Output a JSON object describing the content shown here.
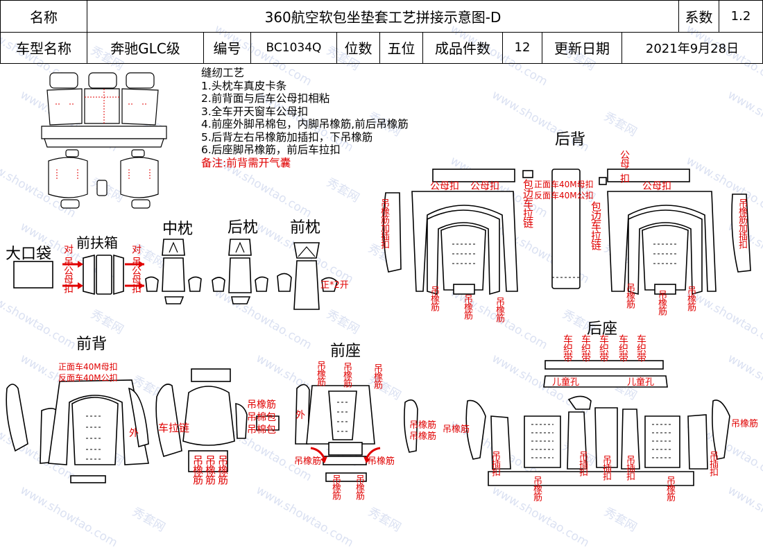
{
  "header": {
    "row1": {
      "name_label": "名称",
      "title": "360航空软包坐垫套工艺拼接示意图-D",
      "coef_label": "系数",
      "coef_value": "1.2"
    },
    "row2": {
      "model_label": "车型名称",
      "model_value": "奔驰GLC级",
      "code_label": "编号",
      "code_value": "BC1034Q",
      "seats_label": "位数",
      "seats_value": "五位",
      "pieces_label": "成品件数",
      "pieces_value": "12",
      "update_label": "更新日期",
      "update_value": "2021年9月28日"
    }
  },
  "watermark": {
    "site": "www.showtao.com",
    "brand": "秀套网"
  },
  "notes": {
    "title": "缝纫工艺",
    "items": [
      "1.头枕车真皮卡条",
      "2.前背面与后车公母扣相粘",
      "3.全车开天窗车公母扣",
      "4.前座外脚吊棉包，内脚吊橡筋,前后吊橡筋",
      "5.后背左右吊橡筋加插扣，下吊橡筋",
      "6.后座脚吊橡筋，前后车拉扣"
    ],
    "remark": "备注:前背需开气囊"
  },
  "sections": {
    "big_pocket": "大口袋",
    "front_armrest": "前扶箱",
    "mid_pillow": "中枕",
    "rear_pillow": "后枕",
    "front_pillow": "前枕",
    "rear_back": "后背",
    "front_back": "前背",
    "front_seat": "前座",
    "rear_seat": "后座"
  },
  "annotations": {
    "dui": "对",
    "diao_gong_mu_kou": "吊公母扣",
    "zheng_2kai": "正*2开",
    "gong_mu_kou": "公母扣",
    "diao_xiang_jin_jia_cha_kou": "吊橡筋加插扣",
    "diao_xiang_jin": "吊橡筋",
    "zheng_fan_1": "正面车40M母扣",
    "zheng_fan_2": "反面车40M公扣",
    "bao_bian_che_la_lian": "包边车拉链",
    "gong_mu": "公母",
    "kou": "扣",
    "che_zhi_dai": "车织带",
    "er_tong_kong": "儿童孔",
    "front_back_top_1": "正面车40M母扣",
    "front_back_top_2": "反面车40M公扣",
    "che_la_lian": "车拉链",
    "wai": "外",
    "diao_mian_bao": "吊棉包",
    "diao_cha_kou": "吊插扣"
  },
  "colors": {
    "annotation": "#e00000",
    "line": "#000000",
    "watermark": "#cfd8ee"
  }
}
